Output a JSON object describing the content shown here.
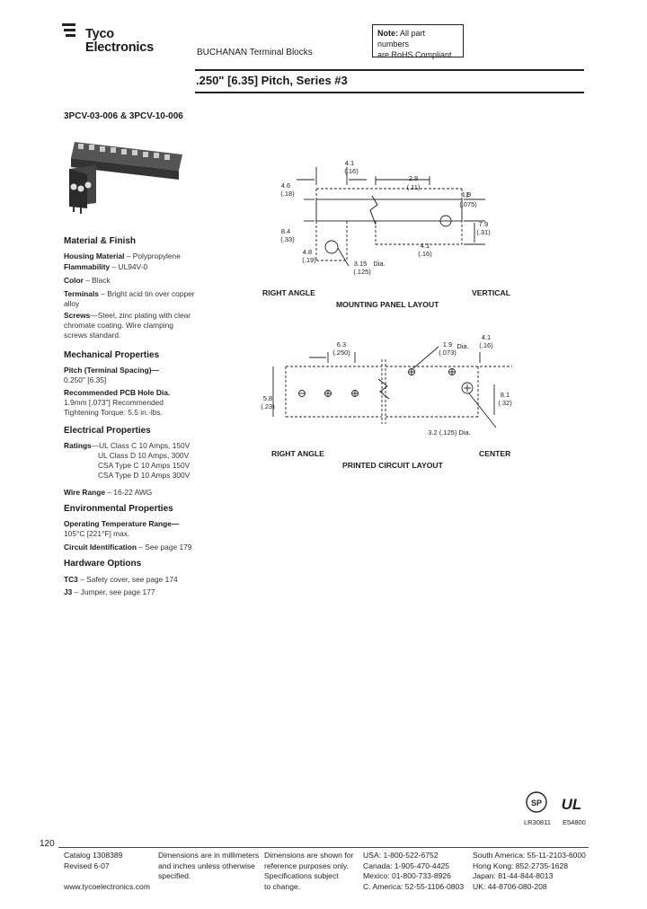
{
  "header": {
    "logo_line1": "Tyco",
    "logo_line2": "Electronics",
    "subtitle": "BUCHANAN Terminal Blocks",
    "note_bold": "Note:",
    "note_rest1": " All part numbers",
    "note_rest2": "are RoHS Compliant"
  },
  "title": ".250\" [6.35] Pitch, Series #3",
  "part_numbers": "3PCV-03-006 & 3PCV-10-006",
  "sections": {
    "material_finish": {
      "heading": "Material & Finish",
      "housing_k": "Housing Material",
      "housing_v": " – Polypropylene",
      "flam_k": "Flammability",
      "flam_v": " – UL94V-0",
      "color_k": "Color",
      "color_v": " – Black",
      "terminals_k": "Terminals",
      "terminals_v": " – Bright acid tin over copper alloy",
      "screws_k": "Screws",
      "screws_v": "—Steel, zinc plating with clear chromate coating. Wire clamping screws standard."
    },
    "mechanical": {
      "heading": "Mechanical Properties",
      "pitch_k": "Pitch (Terminal Spacing)—",
      "pitch_v": "0.250\" [6.35]",
      "hole_k": "Recommended PCB Hole Dia.",
      "hole_v": "1.9mm [.073\"] Recommended Tightening Torque: 5.5 in.-lbs."
    },
    "electrical": {
      "heading": "Electrical Properties",
      "ratings_k": "Ratings",
      "ratings_v1": "—UL Class C 10 Amps, 150V",
      "ratings_v2": "UL Class D 10 Amps, 300V",
      "ratings_v3": "CSA Type C 10 Amps 150V",
      "ratings_v4": "CSA Type D 10 Amps 300V",
      "wire_k": "Wire Range",
      "wire_v": " – 16-22 AWG"
    },
    "environmental": {
      "heading": "Environmental Properties",
      "temp_k": "Operating Temperature Range—",
      "temp_v": "105°C [221°F] max.",
      "circuit_k": "Circuit Identification",
      "circuit_v": " – See page 179"
    },
    "hardware": {
      "heading": "Hardware Options",
      "tc3_k": "TC3",
      "tc3_v": " – Safety cover, see page 174",
      "j3_k": "J3",
      "j3_v": " – Jumper, see page 177"
    }
  },
  "diagram1": {
    "dims": [
      "4.1",
      "(.16)",
      "2.8",
      "(.11)",
      "1.9",
      "(.075)",
      "4.6",
      "(.18)",
      "8.4",
      "(.33)",
      "7.9",
      "(.31)",
      "4.8",
      "(.19)",
      "4.1",
      "(.16)",
      "3.15",
      "(.125)",
      "Dia."
    ],
    "label_left": "RIGHT ANGLE",
    "label_right": "VERTICAL",
    "caption": "MOUNTING PANEL LAYOUT"
  },
  "diagram2": {
    "dims": [
      "6.3",
      "(.250)",
      "1.9",
      "Dia.",
      "(.073)",
      "4.1",
      "(.16)",
      "5.8",
      "(.23)",
      "8.1",
      "(.32)",
      "3.2 (.125) Dia."
    ],
    "label_left": "RIGHT ANGLE",
    "label_right": "CENTER",
    "caption": "PRINTED CIRCUIT LAYOUT"
  },
  "certs": {
    "csa": "LR30811",
    "ul": "E54800"
  },
  "footer": {
    "page": "120",
    "catalog": "Catalog 1308389",
    "revised": "Revised 6-07",
    "website": "www.tycoelectronics.com",
    "dims_note1": "Dimensions are in millimeters",
    "dims_note2": "and inches unless otherwise",
    "dims_note3": "specified.",
    "ref_note1": "Dimensions are shown for",
    "ref_note2": "reference purposes only.",
    "ref_note3": "Specifications subject",
    "ref_note4": "to change.",
    "usa": "USA: 1-800-522-6752",
    "canada": "Canada: 1-905-470-4425",
    "mexico": "Mexico: 01-800-733-8926",
    "camerica": "C. America: 52-55-1106-0803",
    "samerica": "South America: 55-11-2103-6000",
    "hongkong": "Hong Kong: 852-2735-1628",
    "japan": "Japan: 81-44-844-8013",
    "uk": "UK: 44-8706-080-208"
  },
  "colors": {
    "ink": "#1a1a1a",
    "line": "#222222"
  }
}
